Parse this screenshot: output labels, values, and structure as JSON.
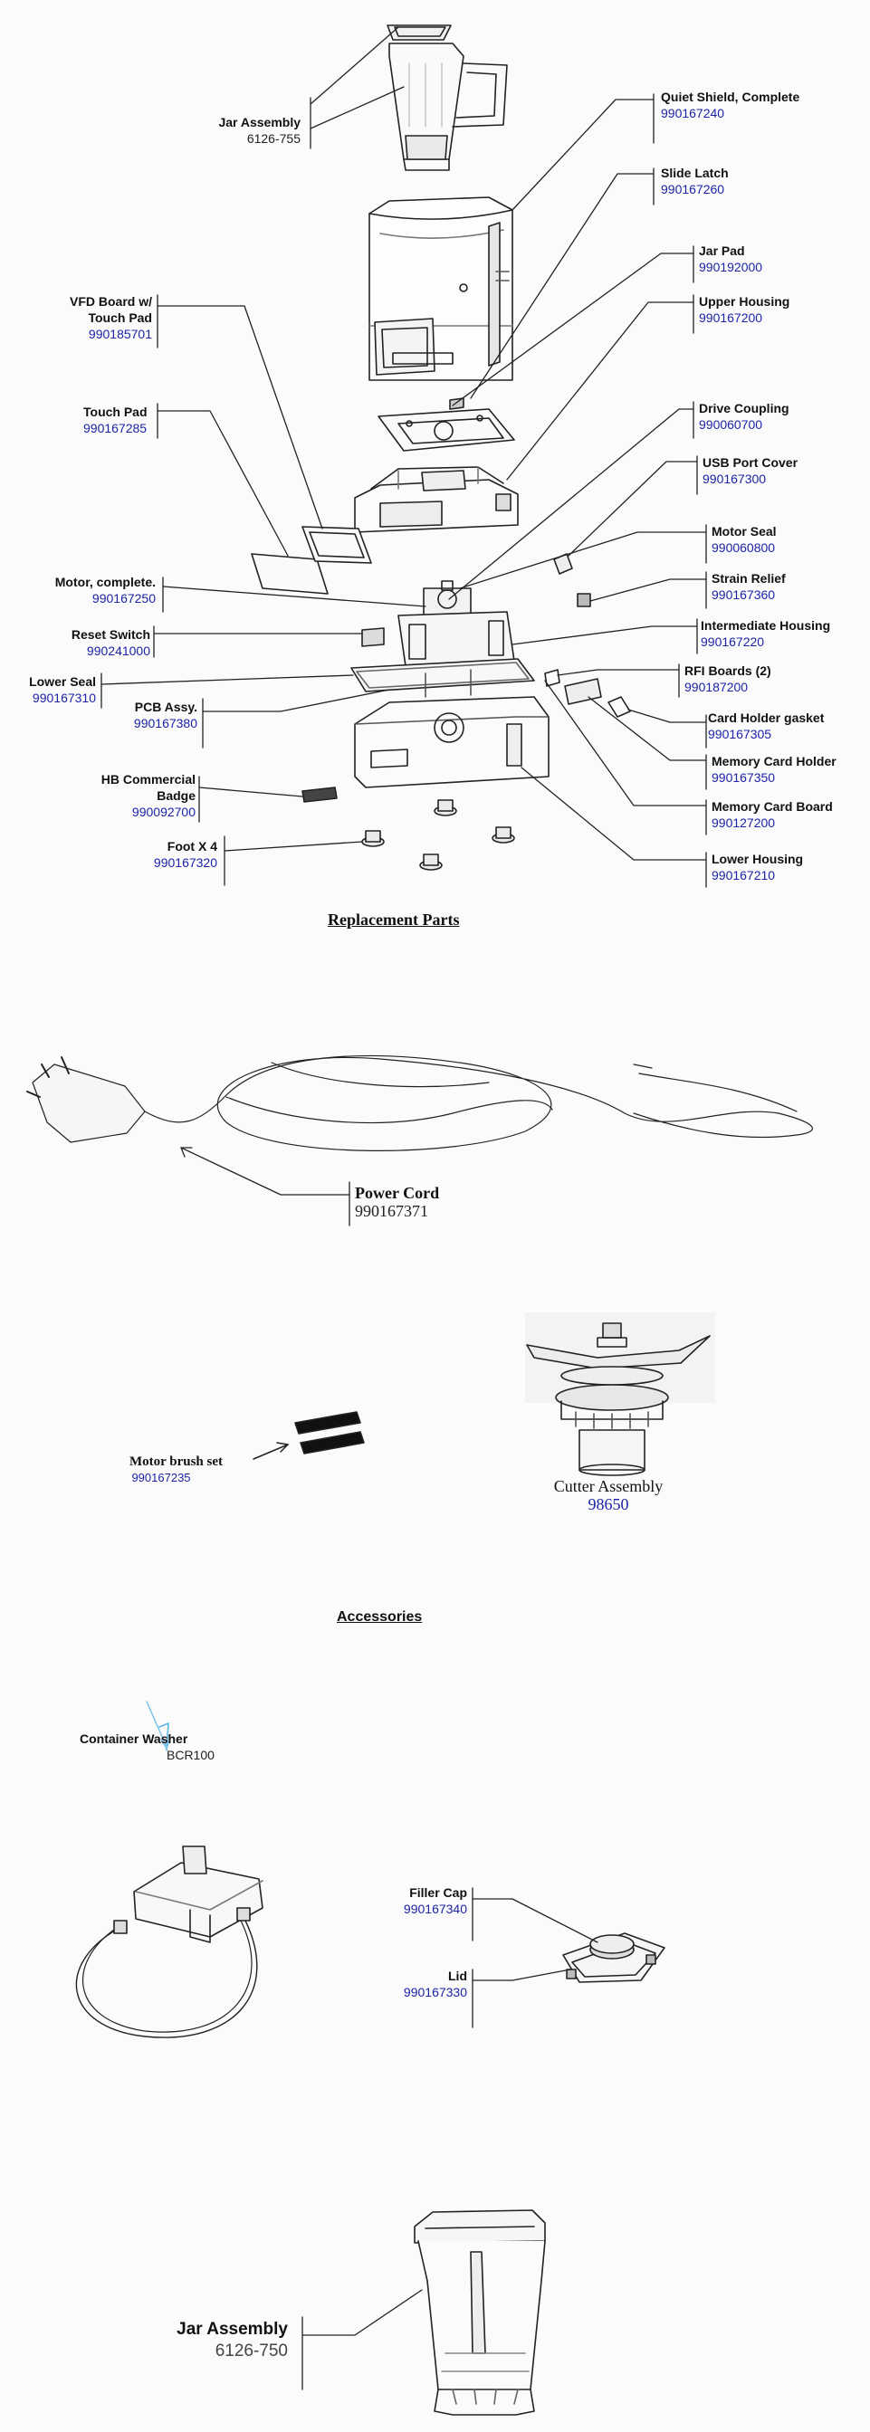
{
  "sections": {
    "replacement_parts": "Replacement Parts",
    "accessories": "Accessories"
  },
  "parts": {
    "jar_assembly_top": {
      "name": "Jar Assembly",
      "number": "6126-755"
    },
    "quiet_shield": {
      "name": "Quiet Shield, Complete",
      "number": "990167240"
    },
    "slide_latch": {
      "name": "Slide Latch",
      "number": "990167260"
    },
    "jar_pad": {
      "name": "Jar Pad",
      "number": "990192000"
    },
    "vfd_board": {
      "name_line1": "VFD Board w/",
      "name_line2": "Touch Pad",
      "number": "990185701"
    },
    "upper_housing": {
      "name": "Upper Housing",
      "number": "990167200"
    },
    "touch_pad": {
      "name": "Touch Pad",
      "number": "990167285"
    },
    "drive_coupling": {
      "name": "Drive Coupling",
      "number": "990060700"
    },
    "usb_port_cover": {
      "name": "USB Port Cover",
      "number": "990167300"
    },
    "motor_seal": {
      "name": "Motor Seal",
      "number": "990060800"
    },
    "motor_complete": {
      "name": "Motor, complete.",
      "number": "990167250"
    },
    "strain_relief": {
      "name": "Strain Relief",
      "number": "990167360"
    },
    "reset_switch": {
      "name": "Reset Switch",
      "number": "990241000"
    },
    "intermediate_housing": {
      "name": "Intermediate Housing",
      "number": "990167220"
    },
    "lower_seal": {
      "name": "Lower Seal",
      "number": "990167310"
    },
    "rfi_boards": {
      "name": "RFI Boards (2)",
      "number": "990187200"
    },
    "pcb_assy": {
      "name": "PCB Assy.",
      "number": "990167380"
    },
    "card_holder_gasket": {
      "name": "Card Holder gasket",
      "number": "990167305"
    },
    "memory_card_holder": {
      "name": "Memory Card Holder",
      "number": "990167350"
    },
    "hb_badge": {
      "name_line1": "HB Commercial",
      "name_line2": "Badge",
      "number": "990092700"
    },
    "memory_card_board": {
      "name": "Memory Card Board",
      "number": "990127200"
    },
    "foot": {
      "name": "Foot X 4",
      "number": "990167320"
    },
    "lower_housing": {
      "name": "Lower Housing",
      "number": "990167210"
    }
  },
  "replacement": {
    "power_cord": {
      "name": "Power Cord",
      "number": "990167371"
    },
    "motor_brush": {
      "name": "Motor brush set",
      "number": "990167235"
    },
    "cutter_assembly": {
      "name": "Cutter Assembly",
      "number": "98650"
    }
  },
  "accessories_items": {
    "container_washer": {
      "name": "Container Washer",
      "number": "BCR100"
    },
    "filler_cap": {
      "name": "Filler Cap",
      "number": "990167340"
    },
    "lid": {
      "name": "Lid",
      "number": "990167330"
    },
    "jar_assembly_bottom": {
      "name": "Jar Assembly",
      "number": "6126-750"
    }
  }
}
